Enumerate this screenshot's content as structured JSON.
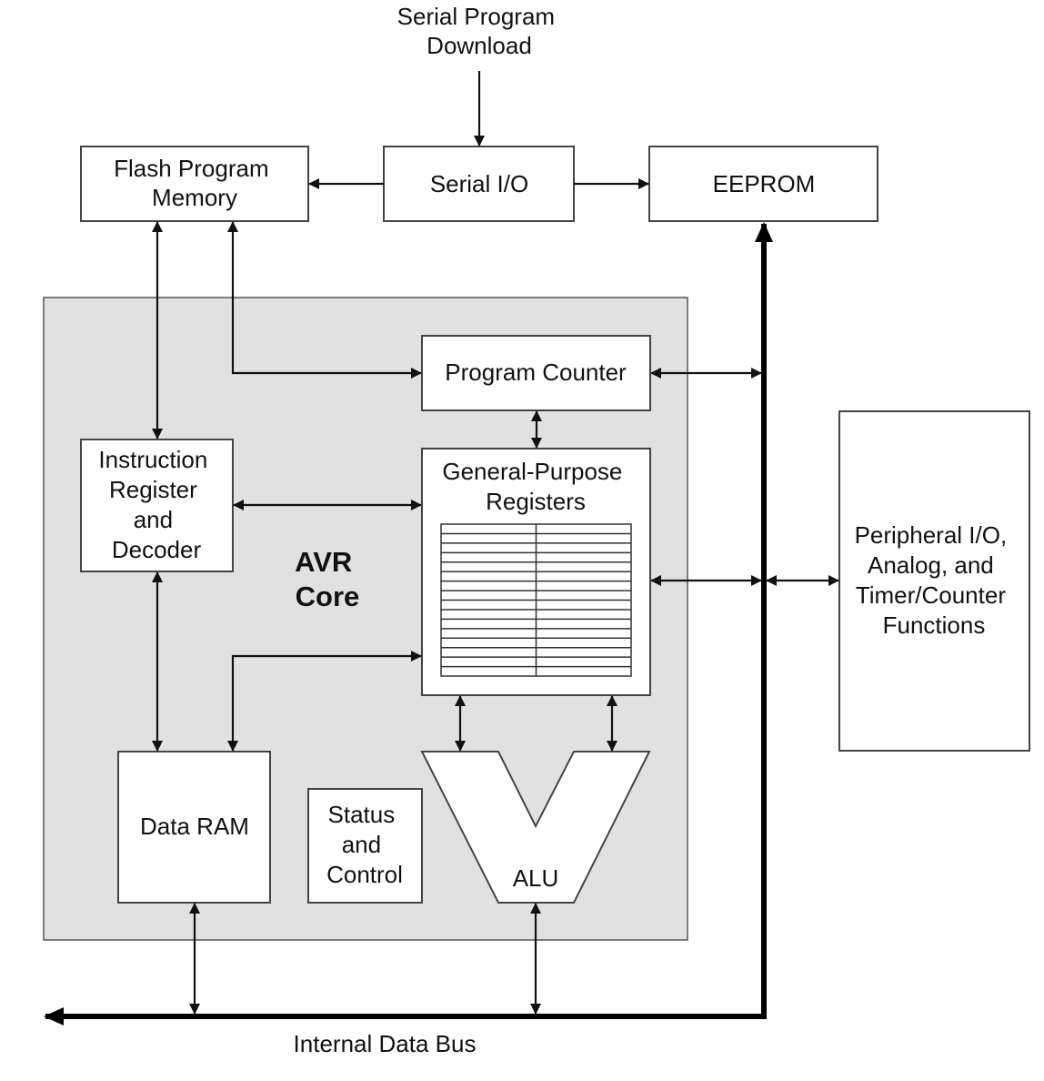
{
  "labels": {
    "serial_program_download": [
      "Serial Program",
      "Download"
    ],
    "flash_memory": [
      "Flash Program",
      "Memory"
    ],
    "serial_io": "Serial I/O",
    "eeprom": "EEPROM",
    "program_counter": "Program Counter",
    "instruction_register": [
      "Instruction",
      "Register",
      "and",
      "Decoder"
    ],
    "gp_registers": [
      "General-Purpose",
      "Registers"
    ],
    "avr_core": [
      "AVR",
      "Core"
    ],
    "peripheral": [
      "Peripheral I/O,",
      "Analog, and",
      "Timer/Counter",
      "Functions"
    ],
    "data_ram": "Data RAM",
    "status_control": [
      "Status",
      "and",
      "Control"
    ],
    "alu": "ALU",
    "internal_bus": "Internal Data Bus"
  },
  "colors": {
    "core_background": "#e1e1e1",
    "box_fill": "#ffffff",
    "line": "#111111"
  },
  "register_rows": 16
}
